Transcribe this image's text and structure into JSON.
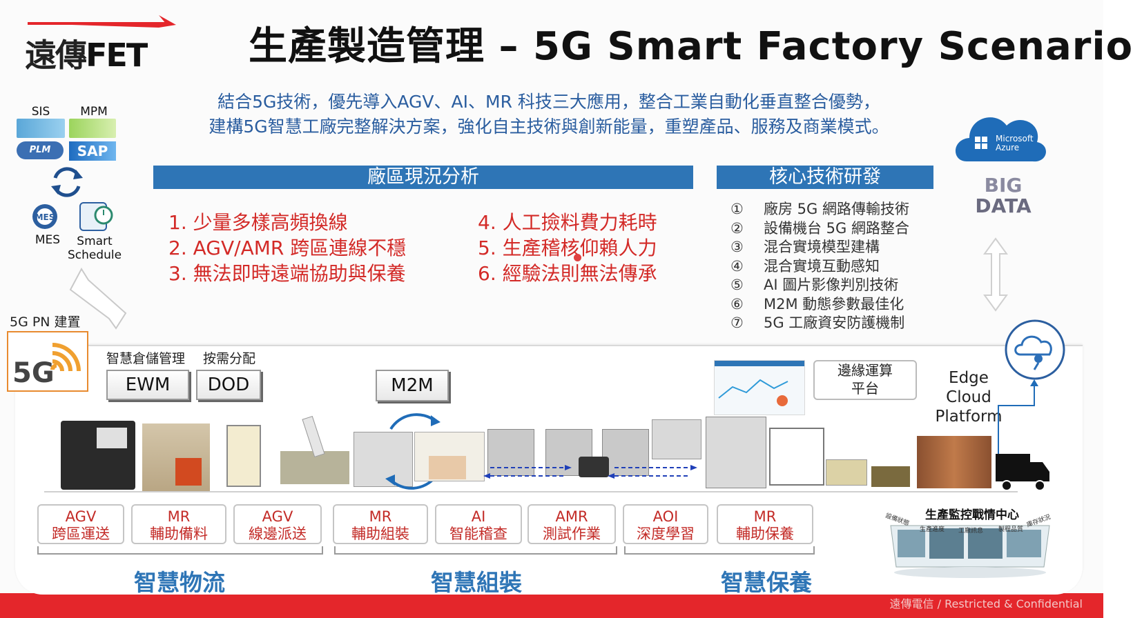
{
  "title": "生產製造管理 – 5G Smart Factory Scenario",
  "logo": {
    "chinese": "遠傳",
    "brand": "FET"
  },
  "intro": {
    "line1": "結合5G技術，優先導入AGV、AI、MR 科技三大應用，整合工業自動化垂直整合優勢，",
    "line2": "建構5G智慧工廠完整解決方案，強化自主技術與創新能量，重塑產品、服務及商業模式。"
  },
  "analysis": {
    "header": "廠區現況分析",
    "issues": [
      "1. 少量多樣高頻換線",
      "2. AGV/AMR 跨區連線不穩",
      "3. 無法即時遠端協助與保養",
      "4. 人工撿料費力耗時",
      "5. 生產稽核仰賴人力",
      "6. 經驗法則無法傳承"
    ]
  },
  "core_tech": {
    "header": "核心技術研發",
    "items": [
      {
        "num": "①",
        "text": "廠房 5G 網路傳輸技術"
      },
      {
        "num": "②",
        "text": "設備機台 5G 網路整合"
      },
      {
        "num": "③",
        "text": "混合實境模型建構"
      },
      {
        "num": "④",
        "text": "混合實境互動感知"
      },
      {
        "num": "⑤",
        "text": "AI 圖片影像判別技術"
      },
      {
        "num": "⑥",
        "text": "M2M 動態參數最佳化"
      },
      {
        "num": "⑦",
        "text": "5G 工廠資安防護機制"
      }
    ]
  },
  "systems": {
    "sis": "SIS",
    "mpm": "MPM",
    "plm": "PLM",
    "sap": "SAP",
    "mes_badge": "MES",
    "mes": "MES",
    "smart_schedule_1": "Smart",
    "smart_schedule_2": "Schedule"
  },
  "cloud": {
    "azure_1": "Microsoft",
    "azure_2": "Azure",
    "big": "BIG",
    "data": "DATA"
  },
  "network": {
    "label": "5G PN 建置",
    "badge": "5G"
  },
  "top_labels": {
    "warehouse": "智慧倉儲管理",
    "on_demand": "按需分配"
  },
  "buttons": {
    "ewm": "EWM",
    "dod": "DOD",
    "m2m": "M2M"
  },
  "edge": {
    "box_line1": "邊緣運算",
    "box_line2": "平台",
    "cloud_line1": "Edge Cloud",
    "cloud_line2": "Platform"
  },
  "applications": [
    {
      "top": "AGV",
      "bottom": "跨區運送"
    },
    {
      "top": "MR",
      "bottom": "輔助備料"
    },
    {
      "top": "AGV",
      "bottom": "線邊派送"
    },
    {
      "top": "MR",
      "bottom": "輔助組裝"
    },
    {
      "top": "AI",
      "bottom": "智能稽查"
    },
    {
      "top": "AMR",
      "bottom": "測試作業"
    },
    {
      "top": "AOI",
      "bottom": "深度學習"
    },
    {
      "top": "MR",
      "bottom": "輔助保養"
    }
  ],
  "categories": {
    "logistics": "智慧物流",
    "assembly": "智慧組裝",
    "maintenance": "智慧保養"
  },
  "control_center": {
    "title": "生產監控戰情中心",
    "labels": [
      "設備狀態",
      "生產進度",
      "工廠訊息",
      "製程品質",
      "庫存狀況"
    ]
  },
  "footer": {
    "confidential": "遠傳電信 / Restricted & Confidential"
  },
  "colors": {
    "accent_blue": "#2e75b6",
    "issue_red": "#d32a27",
    "brand_red": "#e4262b",
    "intro_blue": "#2a5d9f"
  }
}
